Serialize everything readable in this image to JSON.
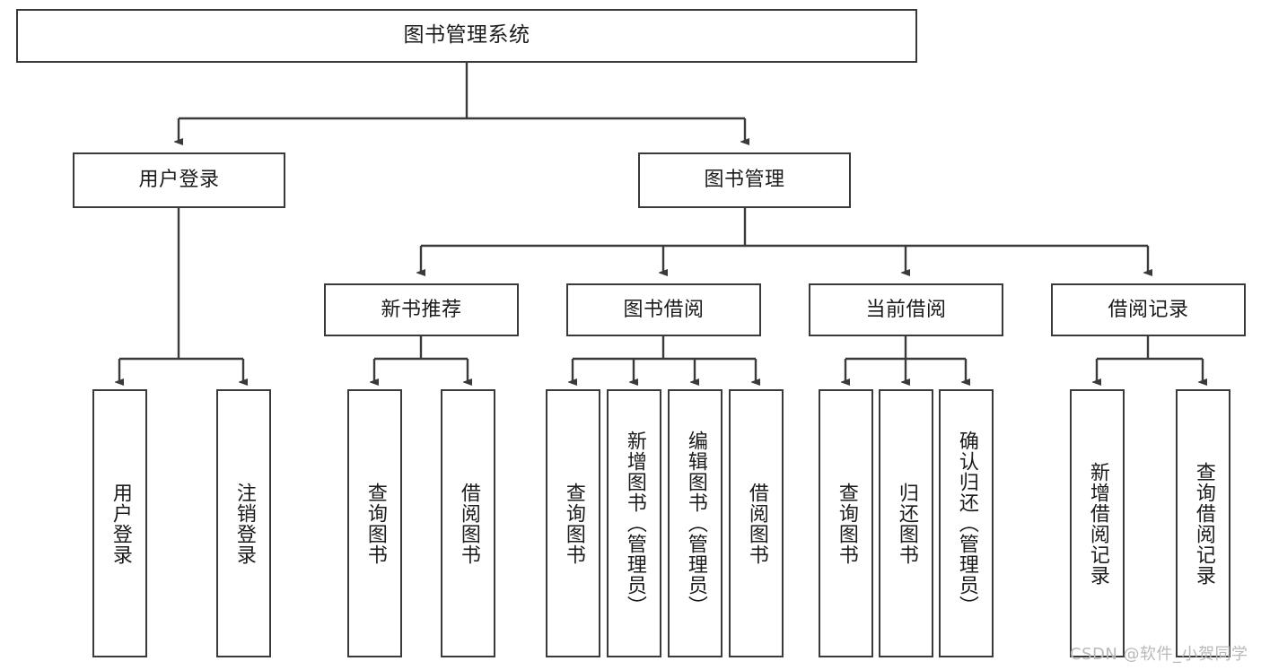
{
  "diagram": {
    "type": "tree-hierarchy-diagram",
    "title": "图书管理系统",
    "colors": {
      "box_border": "#3a3a3a",
      "box_fill": "#ffffff",
      "connector": "#3a3a3a",
      "text": "#1b1b1b",
      "watermark": "#b9b9b9"
    },
    "root": {
      "label": "图书管理系统"
    },
    "level2": [
      {
        "id": "user-login",
        "label": "用户登录"
      },
      {
        "id": "book-management",
        "label": "图书管理"
      }
    ],
    "level3": [
      {
        "id": "new-book-recommend",
        "label": "新书推荐"
      },
      {
        "id": "book-borrow",
        "label": "图书借阅"
      },
      {
        "id": "current-borrow",
        "label": "当前借阅"
      },
      {
        "id": "borrow-record",
        "label": "借阅记录"
      }
    ],
    "leaves": {
      "user_login": [
        {
          "id": "leaf-user-login",
          "label": "用户登录"
        },
        {
          "id": "leaf-logout-login",
          "label": "注销登录"
        }
      ],
      "new_book_recommend": [
        {
          "id": "leaf-query-book-1",
          "label": "查询图书"
        },
        {
          "id": "leaf-borrow-book-1",
          "label": "借阅图书"
        }
      ],
      "book_borrow": [
        {
          "id": "leaf-query-book-2",
          "label": "查询图书"
        },
        {
          "id": "leaf-add-book",
          "label": "新增图书（管理员）"
        },
        {
          "id": "leaf-edit-book",
          "label": "编辑图书（管理员）"
        },
        {
          "id": "leaf-borrow-book-2",
          "label": "借阅图书"
        }
      ],
      "current_borrow": [
        {
          "id": "leaf-query-book-3",
          "label": "查询图书"
        },
        {
          "id": "leaf-return-book",
          "label": "归还图书"
        },
        {
          "id": "leaf-confirm-return",
          "label": "确认归还（管理员）"
        }
      ],
      "borrow_record": [
        {
          "id": "leaf-add-record",
          "label": "新增借阅记录"
        },
        {
          "id": "leaf-query-record",
          "label": "查询借阅记录"
        }
      ]
    }
  },
  "watermark": {
    "text": "CSDN @软件_小贺同学"
  }
}
